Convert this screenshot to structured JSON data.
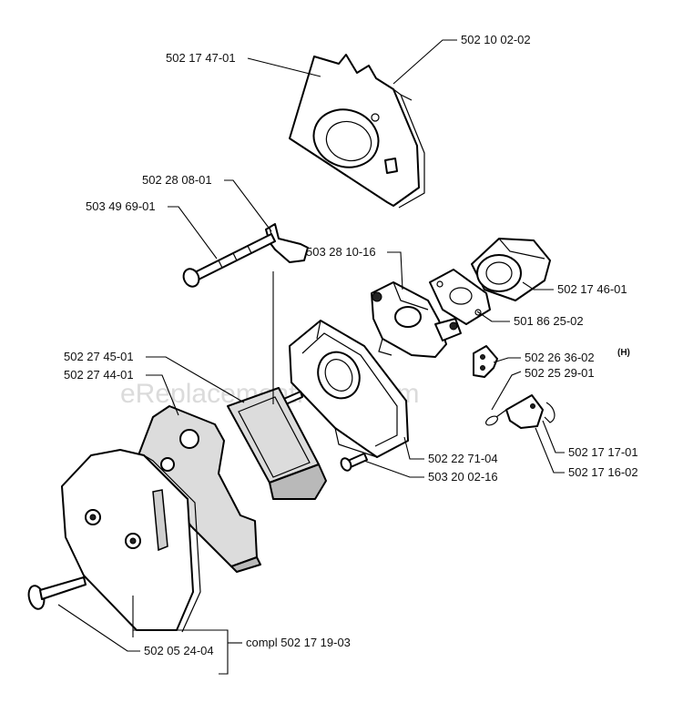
{
  "watermark": "eReplacementParts.com",
  "labels": {
    "p_502_10_02_02": "502 10 02-02",
    "p_502_17_47_01": "502 17 47-01",
    "p_502_28_08_01": "502 28 08-01",
    "p_503_49_69_01": "503 49 69-01",
    "p_503_28_10_16": "503 28 10-16",
    "p_502_17_46_01": "502 17 46-01",
    "p_501_86_25_02": "501 86 25-02",
    "p_502_26_36_02": "502 26 36-02",
    "p_502_26_36_02_note": "(H)",
    "p_502_25_29_01": "502 25 29-01",
    "p_502_27_45_01": "502 27 45-01",
    "p_502_27_44_01": "502 27 44-01",
    "p_502_22_71_04": "502 22 71-04",
    "p_503_20_02_16": "503 20 02-16",
    "p_502_17_17_01": "502 17 17-01",
    "p_502_17_16_02": "502 17 16-02",
    "p_502_05_24_04": "502 05 24-04",
    "p_compl": "compl 502 17 19-03"
  }
}
